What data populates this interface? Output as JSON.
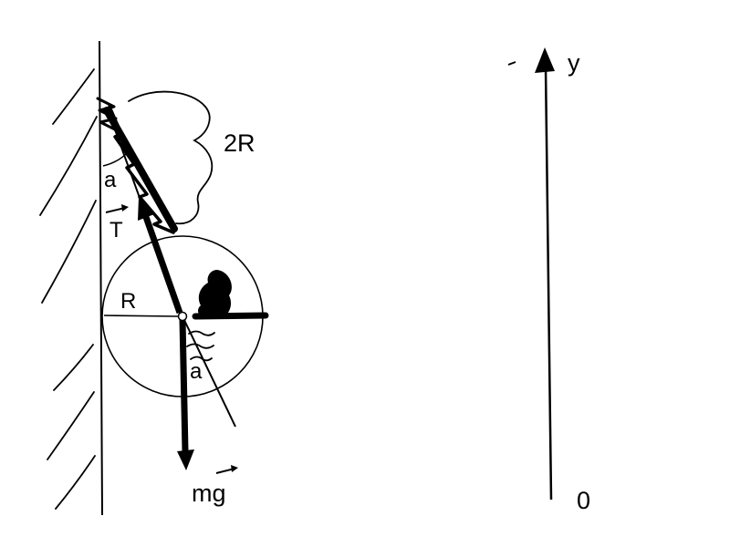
{
  "colors": {
    "ink": "#000000",
    "background": "#ffffff"
  },
  "diagram": {
    "labels": {
      "rope_length": "2R",
      "angle_top": "a",
      "tension": "T",
      "radius": "R",
      "angle_bottom": "a",
      "weight": "mg"
    },
    "axis": {
      "label": "y",
      "origin": "0"
    }
  }
}
